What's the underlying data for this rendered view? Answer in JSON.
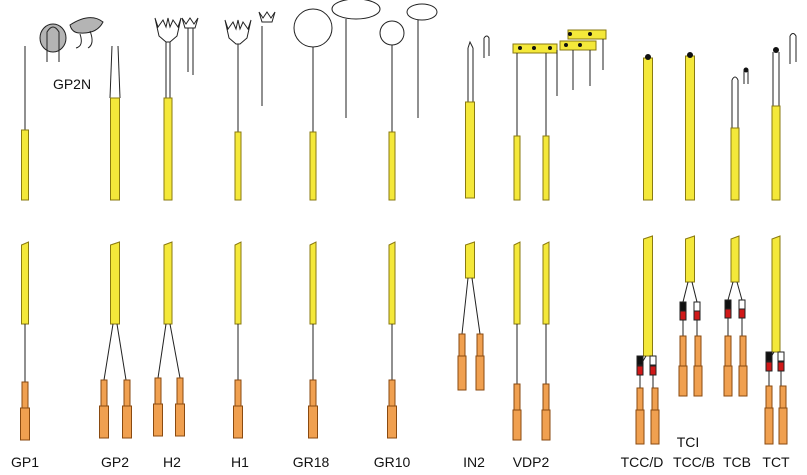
{
  "colors": {
    "sheath_fill": "#f4e83a",
    "sheath_stroke": "#8a7a10",
    "connector_fill": "#f0a050",
    "connector_stroke": "#8a4a10",
    "wire": "#222222",
    "gray_head": "#b4b4b4",
    "red_tip": "#d01818",
    "black_tip": "#111111"
  },
  "labels": {
    "gp2n": "GP2N",
    "tci": "TCI"
  },
  "probes": [
    {
      "name": "GP1",
      "kind": "gp1"
    },
    {
      "name": "GP2",
      "kind": "gp2"
    },
    {
      "name": "H2",
      "kind": "h2"
    },
    {
      "name": "H1",
      "kind": "h1"
    },
    {
      "name": "GR18",
      "kind": "gr18"
    },
    {
      "name": "GR10",
      "kind": "gr10"
    },
    {
      "name": "IN2",
      "kind": "in2"
    },
    {
      "name": "VDP2",
      "kind": "vdp2"
    },
    {
      "name": "TCC/D",
      "kind": "tccd"
    },
    {
      "name": "TCC/B",
      "kind": "tccb"
    },
    {
      "name": "TCB",
      "kind": "tcb"
    },
    {
      "name": "TCT",
      "kind": "tct"
    }
  ]
}
